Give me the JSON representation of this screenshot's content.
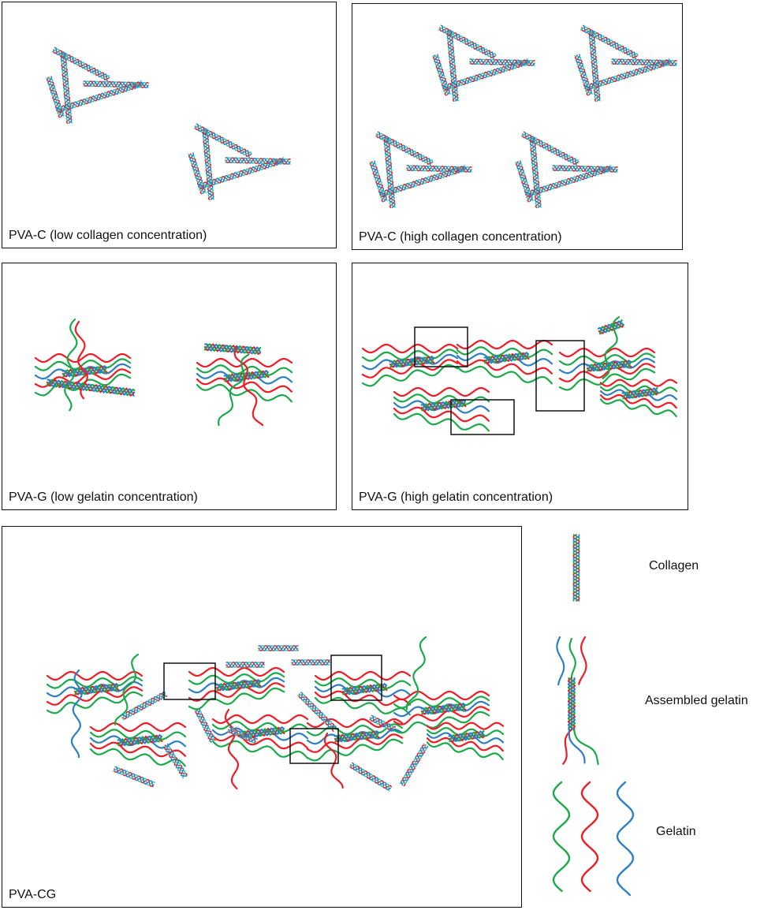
{
  "panels": {
    "pva_c_low": {
      "label": "PVA-C (low collagen concentration)"
    },
    "pva_c_high": {
      "label": "PVA-C (high collagen concentration)"
    },
    "pva_g_low": {
      "label": "PVA-G (low gelatin concentration)"
    },
    "pva_g_high": {
      "label": "PVA-G (high gelatin concentration)"
    },
    "pva_cg": {
      "label": "PVA-CG"
    }
  },
  "legend": {
    "collagen": "Collagen",
    "assembled_gelatin": "Assembled gelatin",
    "gelatin": "Gelatin"
  },
  "colors": {
    "strand_red": "#ee1c25",
    "strand_green": "#1aaa4a",
    "strand_blue": "#2e7fc4",
    "collagen_cyan": "#3cc7b4",
    "frame": "#111111"
  }
}
